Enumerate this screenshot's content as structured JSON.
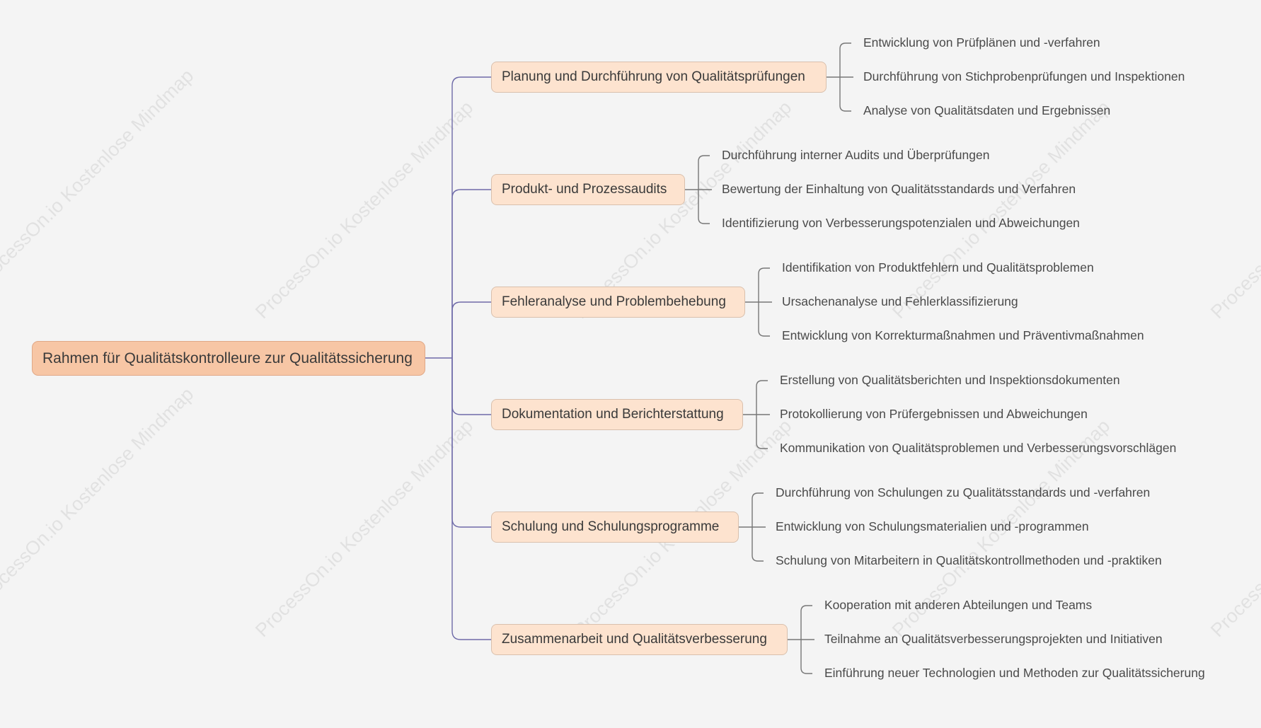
{
  "watermark": "ProcessOn.io Kostenlose Mindmap",
  "colors": {
    "background": "#f4f4f4",
    "root_fill": "#f7c6a5",
    "branch_fill": "#fde3cf",
    "main_connector": "#6e6aa8",
    "leaf_connector": "#777777"
  },
  "root": {
    "label": "Rahmen für Qualitätskontrolleure zur Qualitätssicherung"
  },
  "branches": [
    {
      "label": "Planung und Durchführung von Qualitätsprüfungen",
      "children": [
        "Entwicklung von Prüfplänen und -verfahren",
        "Durchführung von Stichprobenprüfungen und Inspektionen",
        "Analyse von Qualitätsdaten und Ergebnissen"
      ]
    },
    {
      "label": "Produkt- und Prozessaudits",
      "children": [
        "Durchführung interner Audits und Überprüfungen",
        "Bewertung der Einhaltung von Qualitätsstandards und Verfahren",
        "Identifizierung von Verbesserungspotenzialen und Abweichungen"
      ]
    },
    {
      "label": "Fehleranalyse und Problembehebung",
      "children": [
        "Identifikation von Produktfehlern und Qualitätsproblemen",
        "Ursachenanalyse und Fehlerklassifizierung",
        "Entwicklung von Korrekturmaßnahmen und Präventivmaßnahmen"
      ]
    },
    {
      "label": "Dokumentation und Berichterstattung",
      "children": [
        "Erstellung von Qualitätsberichten und Inspektionsdokumenten",
        "Protokollierung von Prüfergebnissen und Abweichungen",
        "Kommunikation von Qualitätsproblemen und Verbesserungsvorschlägen"
      ]
    },
    {
      "label": "Schulung und Schulungsprogramme",
      "children": [
        "Durchführung von Schulungen zu Qualitätsstandards und -verfahren",
        "Entwicklung von Schulungsmaterialien und -programmen",
        "Schulung von Mitarbeitern in Qualitätskontrollmethoden und -praktiken"
      ]
    },
    {
      "label": "Zusammenarbeit und Qualitätsverbesserung",
      "children": [
        "Kooperation mit anderen Abteilungen und Teams",
        "Teilnahme an Qualitätsverbesserungsprojekten und Initiativen",
        "Einführung neuer Technologien und Methoden zur Qualitätssicherung"
      ]
    }
  ]
}
